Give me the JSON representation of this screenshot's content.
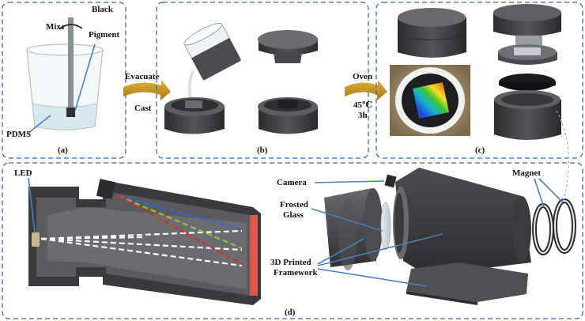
{
  "panels": {
    "a": {
      "caption": "(a)",
      "labels": {
        "mix": "Mix",
        "black": "Black",
        "pigment": "Pigment",
        "pdms": "PDMS"
      }
    },
    "b": {
      "caption": "(b)"
    },
    "c": {
      "caption": "(c)"
    },
    "d": {
      "caption": "(d)",
      "labels": {
        "led": "LED",
        "camera": "Camera",
        "frosted1": "Frosted",
        "frosted2": "Glass",
        "printed1": "3D Printed",
        "printed2": "Framework",
        "magnet": "Magnet"
      }
    }
  },
  "arrows": {
    "ab": {
      "top": "Evacuate",
      "bottom": "Cast"
    },
    "bc": {
      "top": "Oven",
      "mid": "45℃",
      "bottom": "3h"
    }
  },
  "colors": {
    "frame_dash": "#3a67b0",
    "arrow_gold": "#c8951e",
    "part_dark": "#3c3c3e",
    "beam_blue": "#2d6bd6",
    "beam_green": "#8fc43a",
    "beam_red": "#d0312d",
    "beam_white": "#ffffff",
    "screen_red": "#e2574a"
  }
}
